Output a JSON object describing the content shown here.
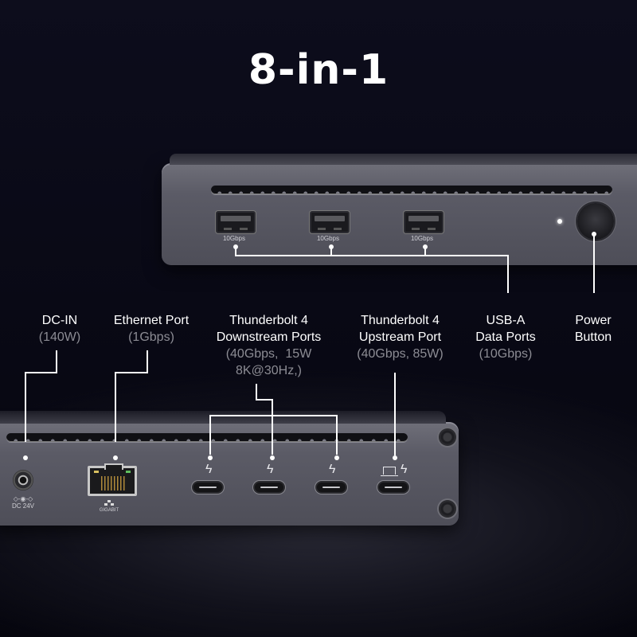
{
  "title": "8-in-1",
  "top_device": {
    "usb_a_ports": [
      {
        "caption": "10Gbps"
      },
      {
        "caption": "10Gbps"
      },
      {
        "caption": "10Gbps"
      }
    ]
  },
  "bottom_device": {
    "dc_caption": "DC 24V",
    "dc_polarity": "◇-◉-◇",
    "ethernet_caption": "GIGABIT",
    "thunderbolt_glyph": "ϟ"
  },
  "labels": {
    "dc_in": {
      "name": "DC-IN",
      "spec": "(140W)"
    },
    "ethernet": {
      "name": "Ethernet Port",
      "spec": "(1Gbps)"
    },
    "tb4_downstream": {
      "name_line1": "Thunderbolt 4",
      "name_line2": "Downstream Ports",
      "spec_line1": "(40Gbps,  15W",
      "spec_line2": "8K@30Hz,)"
    },
    "tb4_upstream": {
      "name_line1": "Thunderbolt 4",
      "name_line2": "Upstream Port",
      "spec": "(40Gbps, 85W)"
    },
    "usb_a": {
      "name_line1": "USB-A",
      "name_line2": "Data Ports",
      "spec": "(10Gbps)"
    },
    "power": {
      "name_line1": "Power",
      "name_line2": "Button"
    }
  },
  "colors": {
    "background": "#0a0a17",
    "device_body": "#5b5b66",
    "label_text": "#ffffff",
    "spec_text": "#8c8c94",
    "leader_line": "#ffffff"
  }
}
